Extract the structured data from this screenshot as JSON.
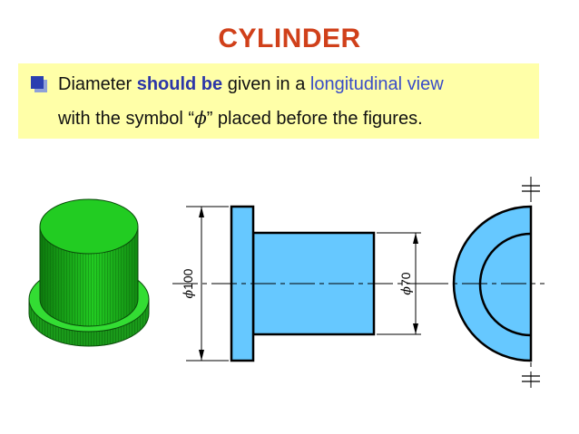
{
  "title": "CYLINDER",
  "note": {
    "part1": "Diameter ",
    "em_should": "should be",
    "part2": " given in a ",
    "em_long": "longitudinal view",
    "line2_a": "with the symbol “",
    "symbol": "ϕ",
    "line2_b": "” placed before the figures."
  },
  "drawing": {
    "dim_large": "100",
    "dim_small": "70",
    "phi": "ϕ"
  },
  "colors": {
    "title": "#d0401a",
    "highlight": "#ffffa8",
    "part_fill": "#66c8ff",
    "iso_green": "#22cc22"
  }
}
